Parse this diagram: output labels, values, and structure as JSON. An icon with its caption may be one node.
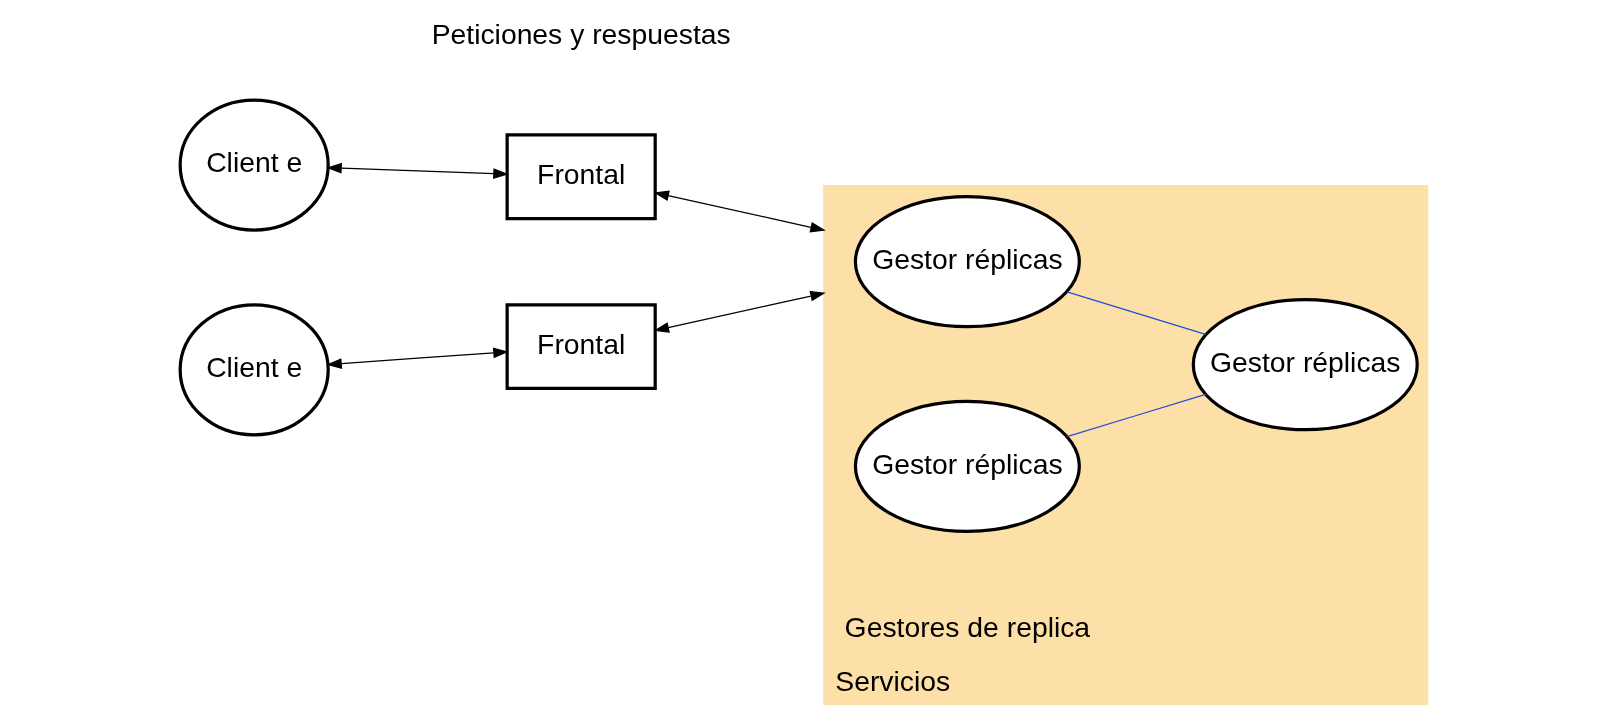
{
  "diagram": {
    "nodes": [
      {
        "text": [
          "Servicios"
        ]
      },
      {
        "text": [
          "Client e"
        ]
      },
      {
        "text": [
          "Frontal"
        ]
      },
      {
        "text": [
          "Client e"
        ]
      },
      {
        "text": [
          "Frontal"
        ]
      },
      {
        "text": [
          "Gestor réplicas"
        ],
        "in": 0
      },
      {
        "text": [
          "Gestor réplicas"
        ],
        "in": 0
      },
      {
        "text": [
          "Gestor réplicas"
        ],
        "in": 0
      }
    ],
    "edges": [
      {
        "from": 1,
        "to": 2,
        "arrow": "both"
      },
      {
        "from": 2,
        "to": 0,
        "arrow": "both"
      },
      {
        "from": 3,
        "to": 4,
        "arrow": "both"
      },
      {
        "from": 4,
        "to": 0,
        "arrow": "both"
      },
      {
        "from": 5,
        "to": 7,
        "arrow": "none",
        "color": "#1f4fd6"
      },
      {
        "from": 6,
        "to": 7,
        "arrow": "none",
        "color": "#1f4fd6"
      }
    ],
    "labels": [
      "Peticiones y respuestas",
      "Gestores de replica"
    ]
  }
}
